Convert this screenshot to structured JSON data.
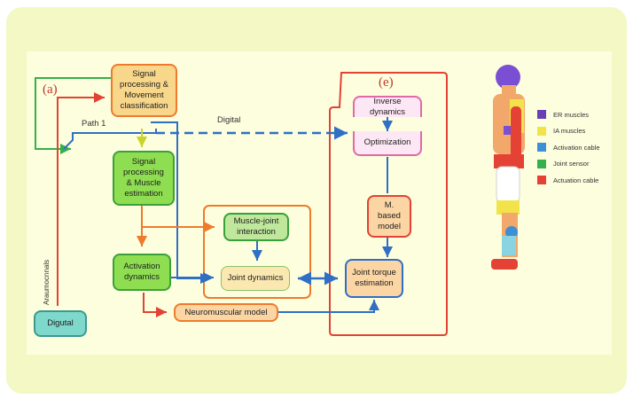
{
  "labels": {
    "tag_a": "(a)",
    "tag_e": "(e)",
    "path1": "Path 1",
    "digital": "Digital",
    "side": "Araumocnnals"
  },
  "nodes": {
    "signal_movement": "Signal\nprocessing &\nMovement\nclassification",
    "signal_muscle": "Signal\nprocessing\n& Muscle\nestimation",
    "activation": "Activation\ndynamics",
    "muscle_joint": "Muscle-joint\ninteraction",
    "joint_dynamics": "Joint dynamics",
    "neuromuscular": "Neuromuscular model",
    "digutal": "Digutal",
    "inverse": "Inverse dynamics",
    "optimization": "Optimization",
    "m_based": "M. based\nmodel",
    "joint_torque": "Joint torque\nestimation"
  },
  "legend": [
    {
      "label": "ER muscles",
      "color": "#6a3fb5"
    },
    {
      "label": "IA muscles",
      "color": "#f3e34a"
    },
    {
      "label": "Activation cable",
      "color": "#3d8fd6"
    },
    {
      "label": "Joint sensor",
      "color": "#35b04a"
    },
    {
      "label": "Actuation cable",
      "color": "#e34234"
    }
  ]
}
